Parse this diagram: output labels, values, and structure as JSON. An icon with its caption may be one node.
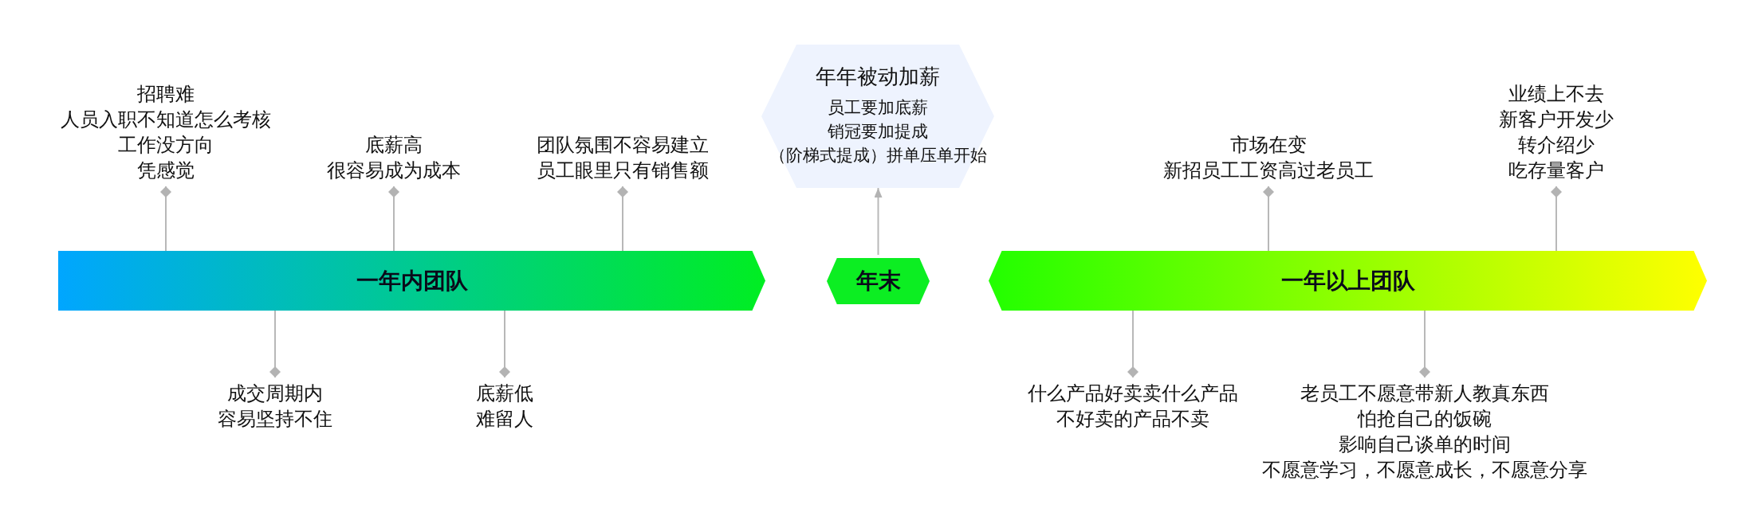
{
  "diagram": {
    "nodes": [
      {
        "text": [
          "招聘难",
          "人员入职不知道怎么考核",
          "工作没方向",
          "凭感觉"
        ]
      },
      {
        "text": [
          "底薪高",
          "很容易成为成本"
        ]
      },
      {
        "text": [
          "团队氛围不容易建立",
          "员工眼里只有销售额"
        ]
      },
      {
        "text": [
          "年年被动加薪",
          "员工要加底薪",
          "销冠要加提成",
          "（阶梯式提成）拼单压单开始"
        ]
      },
      {
        "text": [
          "市场在变",
          "新招员工工资高过老员工"
        ]
      },
      {
        "text": [
          "业绩上不去",
          "新客户开发少",
          "转介绍少",
          "吃存量客户"
        ]
      },
      {
        "text": [
          "一年内团队"
        ]
      },
      {
        "text": [
          "年末"
        ]
      },
      {
        "text": [
          "一年以上团队"
        ]
      },
      {
        "text": [
          "成交周期内",
          "容易坚持不住"
        ]
      },
      {
        "text": [
          "底薪低",
          "难留人"
        ]
      },
      {
        "text": [
          "什么产品好卖卖什么产品",
          "不好卖的产品不卖"
        ]
      },
      {
        "text": [
          "老员工不愿意带新人教真东西",
          "怕抢自己的饭碗",
          "影响自己谈单的时间",
          "不愿意学习，不愿意成长，不愿意分享"
        ]
      }
    ],
    "edges": [
      {
        "from": 0,
        "to": 6,
        "arrow": "other"
      },
      {
        "from": 1,
        "to": 6,
        "arrow": "other"
      },
      {
        "from": 2,
        "to": 6,
        "arrow": "other"
      },
      {
        "from": 9,
        "to": 6,
        "arrow": "other"
      },
      {
        "from": 10,
        "to": 6,
        "arrow": "other"
      },
      {
        "from": 7,
        "to": 3,
        "arrow": "to"
      },
      {
        "from": 4,
        "to": 8,
        "arrow": "other"
      },
      {
        "from": 5,
        "to": 8,
        "arrow": "other"
      },
      {
        "from": 11,
        "to": 8,
        "arrow": "other"
      },
      {
        "from": 12,
        "to": 8,
        "arrow": "other"
      }
    ]
  }
}
